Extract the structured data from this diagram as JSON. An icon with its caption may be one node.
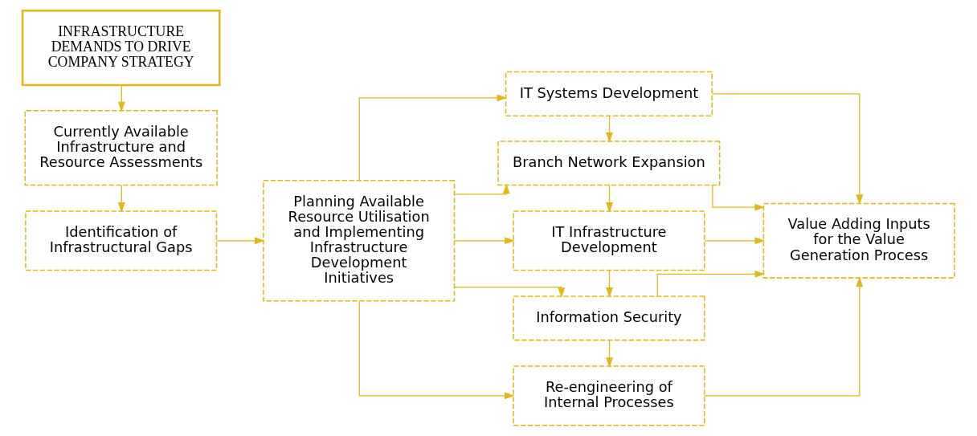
{
  "diagram": {
    "nodes": [
      {
        "text": [
          "INFRASTRUCTURE DEMANDS TO DRIVE COMPANY STRATEGY"
        ]
      },
      {
        "text": [
          "Currently Available Infrastructure and Resource Assessments"
        ]
      },
      {
        "text": [
          "Identification of Infrastructural Gaps"
        ]
      },
      {
        "text": [
          "Planning Available Resource Utilisation and Implementing Infrastructure Development Initiatives"
        ]
      },
      {
        "text": [
          "IT Systems Development"
        ]
      },
      {
        "text": [
          "Branch Network Expansion"
        ]
      },
      {
        "text": [
          "IT Infrastructure Development"
        ]
      },
      {
        "text": [
          "Information Security"
        ]
      },
      {
        "text": [
          "Re-engineering of Internal Processes"
        ]
      },
      {
        "text": [
          "Value Adding Inputs for the Value Generation Process"
        ]
      }
    ],
    "edges": [
      {
        "from": 0,
        "to": 1,
        "arrow": "to"
      },
      {
        "from": 1,
        "to": 2,
        "arrow": "to"
      },
      {
        "from": 2,
        "to": 3,
        "arrow": "to"
      },
      {
        "from": 3,
        "to": 4,
        "arrow": "to"
      },
      {
        "from": 3,
        "to": 5,
        "arrow": "to"
      },
      {
        "from": 3,
        "to": 6,
        "arrow": "to"
      },
      {
        "from": 3,
        "to": 7,
        "arrow": "to"
      },
      {
        "from": 3,
        "to": 8,
        "arrow": "to"
      },
      {
        "from": 4,
        "to": 5,
        "arrow": "to"
      },
      {
        "from": 5,
        "to": 6,
        "arrow": "to"
      },
      {
        "from": 6,
        "to": 7,
        "arrow": "to"
      },
      {
        "from": 7,
        "to": 8,
        "arrow": "to"
      },
      {
        "from": 4,
        "to": 9,
        "arrow": "to"
      },
      {
        "from": 5,
        "to": 9,
        "arrow": "to"
      },
      {
        "from": 6,
        "to": 9,
        "arrow": "to"
      },
      {
        "from": 7,
        "to": 9,
        "arrow": "to"
      },
      {
        "from": 8,
        "to": 9,
        "arrow": "to"
      }
    ]
  }
}
